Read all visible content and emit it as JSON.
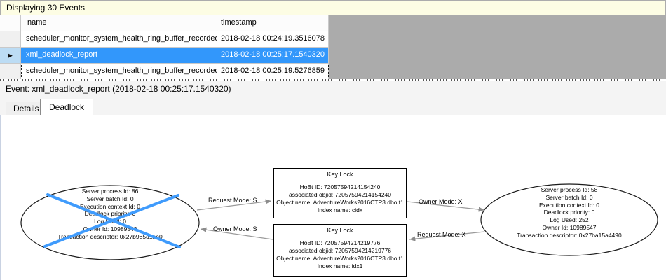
{
  "info_bar": {
    "label": "Displaying 30 Events"
  },
  "grid": {
    "columns": [
      "name",
      "timestamp"
    ],
    "rows": [
      {
        "name": "scheduler_monitor_system_health_ring_buffer_recorded",
        "timestamp": "2018-02-18 00:24:19.3516078"
      },
      {
        "name": "xml_deadlock_report",
        "timestamp": "2018-02-18 00:25:17.1540320"
      },
      {
        "name": "scheduler_monitor_system_health_ring_buffer_recorded",
        "timestamp": "2018-02-18 00:25:19.5276859"
      }
    ],
    "selected_row_index": 1
  },
  "icons": {
    "row_indicator": "▶"
  },
  "event_line": "Event: xml_deadlock_report (2018-02-18 00:25:17.1540320)",
  "tabs": [
    {
      "label": "Details"
    },
    {
      "label": "Deadlock"
    }
  ],
  "deadlock_graph": {
    "processes": [
      {
        "victim": true,
        "lines": [
          "Server process Id: 86",
          "Server batch Id: 0",
          "Execution context Id: 0",
          "Deadlock priority: 0",
          "Log Used: 0",
          "Owner Id: 10989549",
          "Transaction descriptor: 0x27b985d1ae0"
        ]
      },
      {
        "victim": false,
        "lines": [
          "Server process Id: 58",
          "Server batch Id: 0",
          "Execution context Id: 0",
          "Deadlock priority: 0",
          "Log Used: 252",
          "Owner Id: 10989547",
          "Transaction descriptor: 0x27ba15a4490"
        ]
      }
    ],
    "resources": [
      {
        "title": "Key Lock",
        "lines": [
          "HoBt ID: 72057594214154240",
          "associated objid: 72057594214154240",
          "Object name: AdventureWorks2016CTP3.dbo.t1",
          "Index name: cidx"
        ]
      },
      {
        "title": "Key Lock",
        "lines": [
          "HoBt ID: 72057594214219776",
          "associated objid: 72057594214219776",
          "Object name: AdventureWorks2016CTP3.dbo.t1",
          "Index name: idx1"
        ]
      }
    ],
    "edges": [
      {
        "label": "Request Mode: S"
      },
      {
        "label": "Owner Mode: S"
      },
      {
        "label": "Owner Mode: X"
      },
      {
        "label": "Request Mode: X"
      }
    ]
  },
  "colors": {
    "selection_blue": "#3297FB",
    "victim_cross_blue": "#3F9BFC",
    "info_bar_background": "#FDFDE4",
    "empty_area_gray": "#ABABAB"
  }
}
